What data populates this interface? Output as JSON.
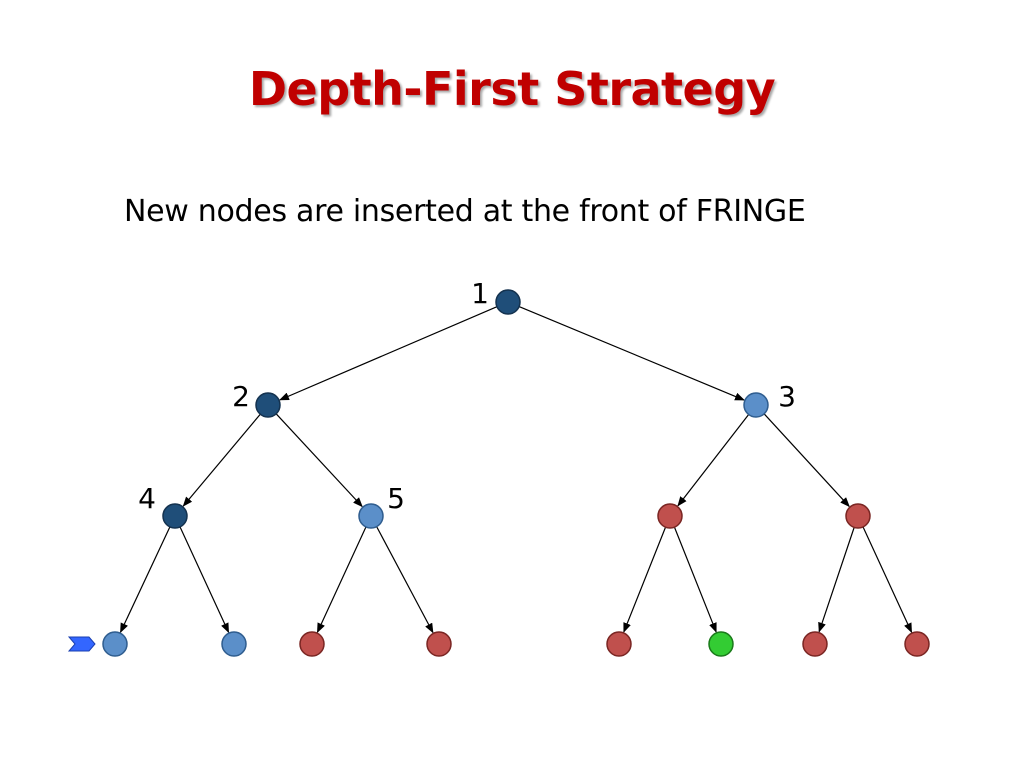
{
  "slide": {
    "title": "Depth-First Strategy",
    "subtitle": "New nodes are inserted at the front of FRINGE"
  },
  "colors": {
    "title": "#c00000",
    "expanded": "#1f4e79",
    "fringe": "#5b8fc9",
    "unexplored": "#c0504d",
    "goal": "#33cc33",
    "pointer": "#3366ff"
  },
  "tree": {
    "nodes": [
      {
        "id": "n1",
        "label": "1",
        "state": "expanded"
      },
      {
        "id": "n2",
        "label": "2",
        "state": "expanded"
      },
      {
        "id": "n3",
        "label": "3",
        "state": "fringe"
      },
      {
        "id": "n4",
        "label": "4",
        "state": "expanded"
      },
      {
        "id": "n5",
        "label": "5",
        "state": "fringe"
      },
      {
        "id": "n6",
        "label": "",
        "state": "unexplored"
      },
      {
        "id": "n7",
        "label": "",
        "state": "unexplored"
      },
      {
        "id": "n8",
        "label": "",
        "state": "fringe"
      },
      {
        "id": "n9",
        "label": "",
        "state": "fringe"
      },
      {
        "id": "n10",
        "label": "",
        "state": "unexplored"
      },
      {
        "id": "n11",
        "label": "",
        "state": "unexplored"
      },
      {
        "id": "n12",
        "label": "",
        "state": "unexplored"
      },
      {
        "id": "n13",
        "label": "",
        "state": "goal"
      },
      {
        "id": "n14",
        "label": "",
        "state": "unexplored"
      },
      {
        "id": "n15",
        "label": "",
        "state": "unexplored"
      }
    ],
    "edges": [
      [
        "n1",
        "n2"
      ],
      [
        "n1",
        "n3"
      ],
      [
        "n2",
        "n4"
      ],
      [
        "n2",
        "n5"
      ],
      [
        "n3",
        "n6"
      ],
      [
        "n3",
        "n7"
      ],
      [
        "n4",
        "n8"
      ],
      [
        "n4",
        "n9"
      ],
      [
        "n5",
        "n10"
      ],
      [
        "n5",
        "n11"
      ],
      [
        "n6",
        "n12"
      ],
      [
        "n6",
        "n13"
      ],
      [
        "n7",
        "n14"
      ],
      [
        "n7",
        "n15"
      ]
    ],
    "pointer_target": "n8"
  }
}
